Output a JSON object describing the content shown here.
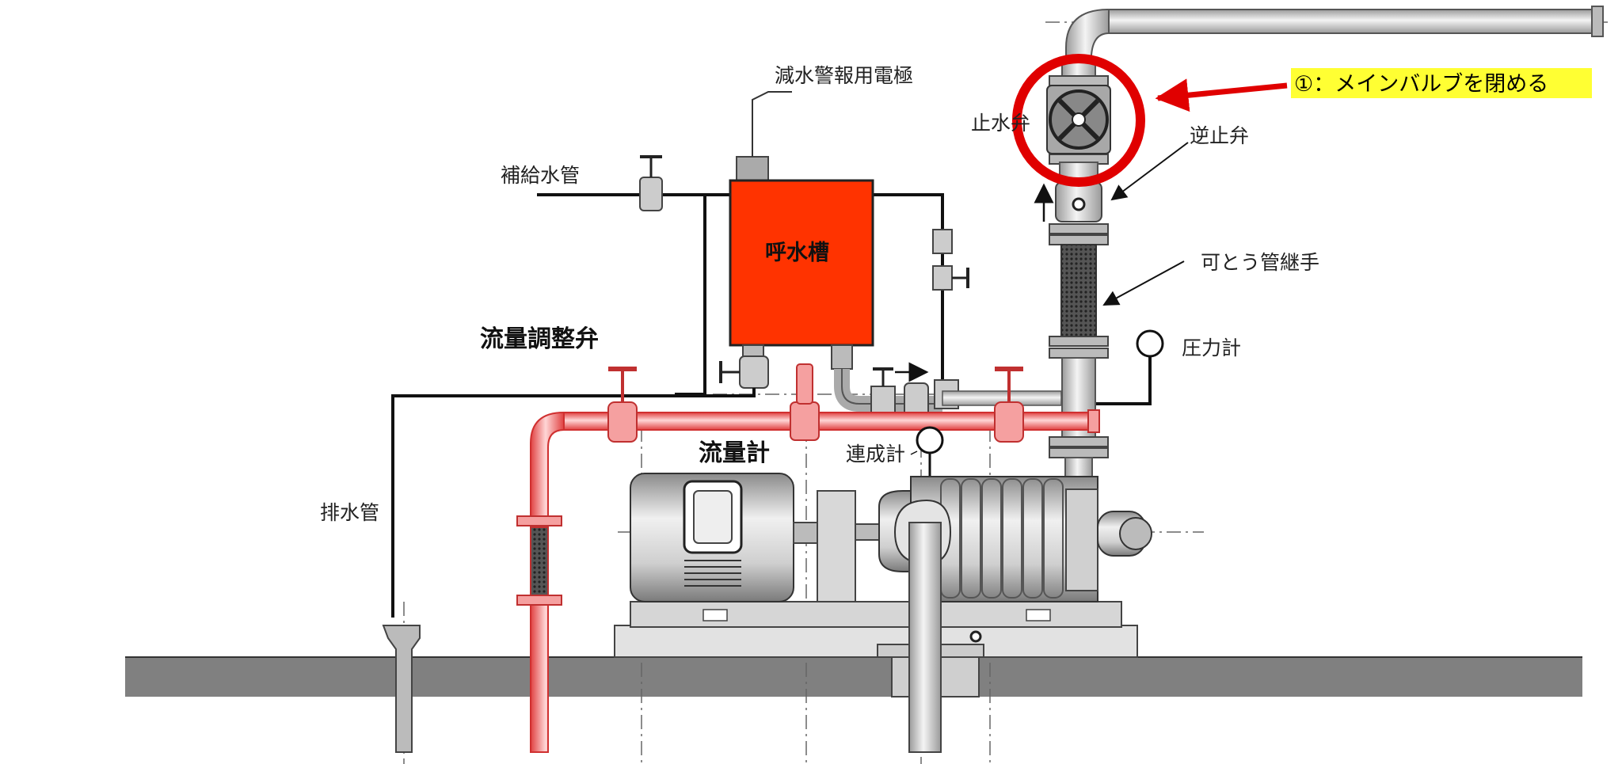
{
  "labels": {
    "electrode": "減水警報用電極",
    "makeup_pipe": "補給水管",
    "priming_tank": "呼水槽",
    "flow_valve": "流量調整弁",
    "flow_meter": "流量計",
    "compound_gauge": "連成計",
    "drain_pipe": "排水管",
    "stop_valve": "止水弁",
    "check_valve": "逆止弁",
    "flexible_joint": "可とう管継手",
    "pressure_gauge": "圧力計"
  },
  "callout": {
    "text": "①：メインバルブを閉める",
    "highlight_color": "#ffff33",
    "color": "#e00000"
  },
  "colors": {
    "tank": "#ff3300",
    "test_pipe": "#f26b6b",
    "ground": "#808080",
    "pipe_gray": "#c8c8c8"
  }
}
